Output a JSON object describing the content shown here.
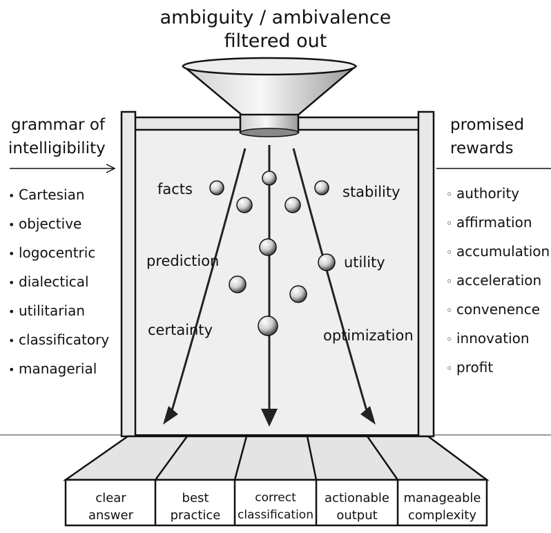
{
  "title": {
    "line1": "ambiguity / ambivalence",
    "line2": "filtered out"
  },
  "left": {
    "heading_line1": "grammar of",
    "heading_line2": "intelligibility",
    "items": [
      "Cartesian",
      "objective",
      "logocentric",
      "dialectical",
      "utilitarian",
      "classificatory",
      "managerial"
    ]
  },
  "right": {
    "heading_line1": "promised",
    "heading_line2": "rewards",
    "items": [
      "authority",
      "affirmation",
      "accumulation",
      "acceleration",
      "convenence",
      "innovation",
      "profit"
    ]
  },
  "flow": {
    "left": [
      "facts",
      "prediction",
      "certainty"
    ],
    "right": [
      "stability",
      "utility",
      "optimization"
    ]
  },
  "bins": [
    {
      "line1": "clear",
      "line2": "answer"
    },
    {
      "line1": "best",
      "line2": "practice"
    },
    {
      "line1": "correct",
      "line2": "classification"
    },
    {
      "line1": "actionable",
      "line2": "output"
    },
    {
      "line1": "manageable",
      "line2": "complexity"
    }
  ],
  "colors": {
    "ink": "#111111",
    "paper": "#ffffff",
    "panel": "#f1f1f1",
    "shade": "#d8d8d8"
  }
}
